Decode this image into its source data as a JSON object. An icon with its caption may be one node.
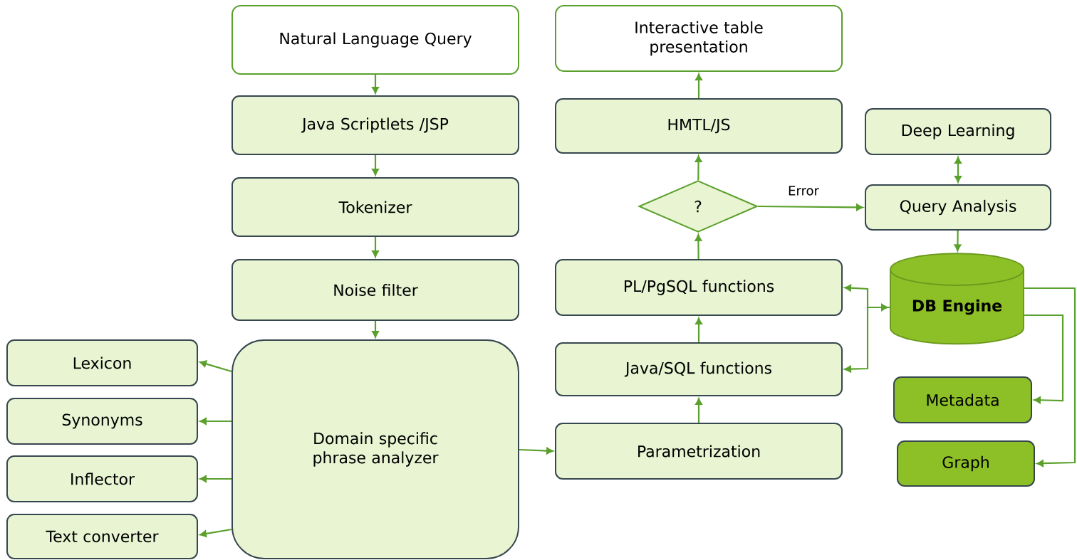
{
  "diagram": {
    "nodes": [
      {
        "text": [
          "Natural Language Query"
        ]
      },
      {
        "text": [
          "Java Scriptlets /JSP"
        ]
      },
      {
        "text": [
          "Tokenizer"
        ]
      },
      {
        "text": [
          "Noise filter"
        ]
      },
      {
        "text": [
          "Domain specific phrase analyzer"
        ]
      },
      {
        "text": [
          "Lexicon"
        ]
      },
      {
        "text": [
          "Synonyms"
        ]
      },
      {
        "text": [
          "Inflector"
        ]
      },
      {
        "text": [
          "Text converter"
        ]
      },
      {
        "text": [
          "Interactive table presentation"
        ]
      },
      {
        "text": [
          "HMTL/JS"
        ]
      },
      {
        "text": [
          "?"
        ]
      },
      {
        "text": [
          "PL/PgSQL functions"
        ]
      },
      {
        "text": [
          "Java/SQL functions"
        ]
      },
      {
        "text": [
          "Parametrization"
        ]
      },
      {
        "text": [
          "Deep Learning"
        ]
      },
      {
        "text": [
          "Query Analysis"
        ]
      },
      {
        "text": [
          "DB Engine"
        ]
      },
      {
        "text": [
          "Metadata"
        ]
      },
      {
        "text": [
          "Graph"
        ]
      }
    ],
    "edges": [
      {
        "from": 0,
        "to": 1,
        "arrow": "to"
      },
      {
        "from": 1,
        "to": 2,
        "arrow": "to"
      },
      {
        "from": 2,
        "to": 3,
        "arrow": "to"
      },
      {
        "from": 3,
        "to": 4,
        "arrow": "to"
      },
      {
        "from": 4,
        "to": 5,
        "arrow": "to"
      },
      {
        "from": 4,
        "to": 6,
        "arrow": "to"
      },
      {
        "from": 4,
        "to": 7,
        "arrow": "to"
      },
      {
        "from": 4,
        "to": 8,
        "arrow": "to"
      },
      {
        "from": 4,
        "to": 14,
        "arrow": "to"
      },
      {
        "from": 14,
        "to": 13,
        "arrow": "to"
      },
      {
        "from": 13,
        "to": 12,
        "arrow": "to"
      },
      {
        "from": 12,
        "to": 11,
        "arrow": "to"
      },
      {
        "from": 11,
        "to": 10,
        "arrow": "to"
      },
      {
        "from": 10,
        "to": 9,
        "arrow": "to"
      },
      {
        "from": 11,
        "to": 16,
        "arrow": "to",
        "label": "Error"
      },
      {
        "from": 15,
        "to": 16,
        "arrow": "both"
      },
      {
        "from": 16,
        "to": 17,
        "arrow": "to"
      },
      {
        "from": 12,
        "to": 17,
        "arrow": "both"
      },
      {
        "from": 17,
        "to": 13,
        "arrow": "to"
      },
      {
        "from": 17,
        "to": 18,
        "arrow": "to"
      },
      {
        "from": 17,
        "to": 19,
        "arrow": "to"
      }
    ]
  }
}
